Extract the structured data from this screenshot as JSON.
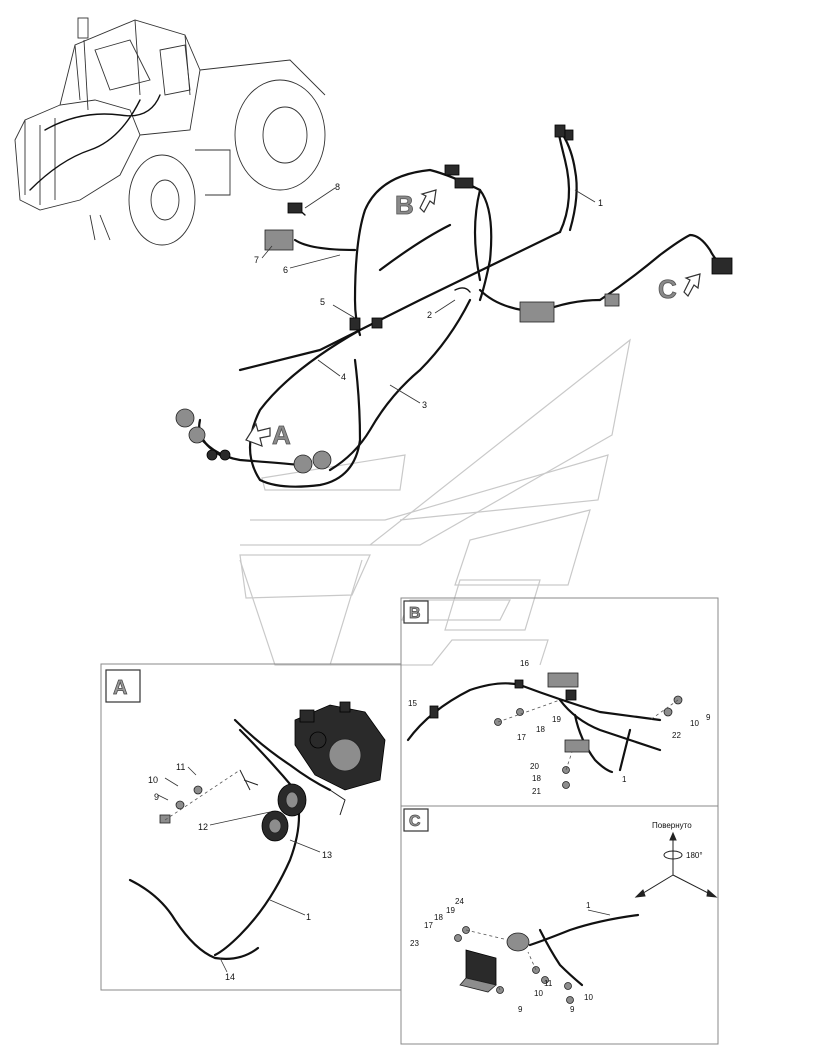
{
  "labels": {
    "main": [
      "1",
      "2",
      "3",
      "4",
      "5",
      "6",
      "7",
      "8"
    ],
    "view_a": [
      "9",
      "10",
      "11",
      "12",
      "13",
      "1",
      "14"
    ],
    "view_b": [
      "16",
      "15",
      "19",
      "18",
      "17",
      "20",
      "18",
      "21",
      "9",
      "10",
      "22",
      "1"
    ],
    "view_c": [
      "24",
      "19",
      "18",
      "17",
      "23",
      "1",
      "11",
      "10",
      "9",
      "10",
      "9"
    ]
  },
  "callouts": {
    "a": "A",
    "b": "B",
    "c": "C"
  },
  "views": {
    "a_title": "A",
    "b_title": "B",
    "c_title": "C"
  },
  "rotation": {
    "text": "Повернуто",
    "angle": "180°"
  }
}
